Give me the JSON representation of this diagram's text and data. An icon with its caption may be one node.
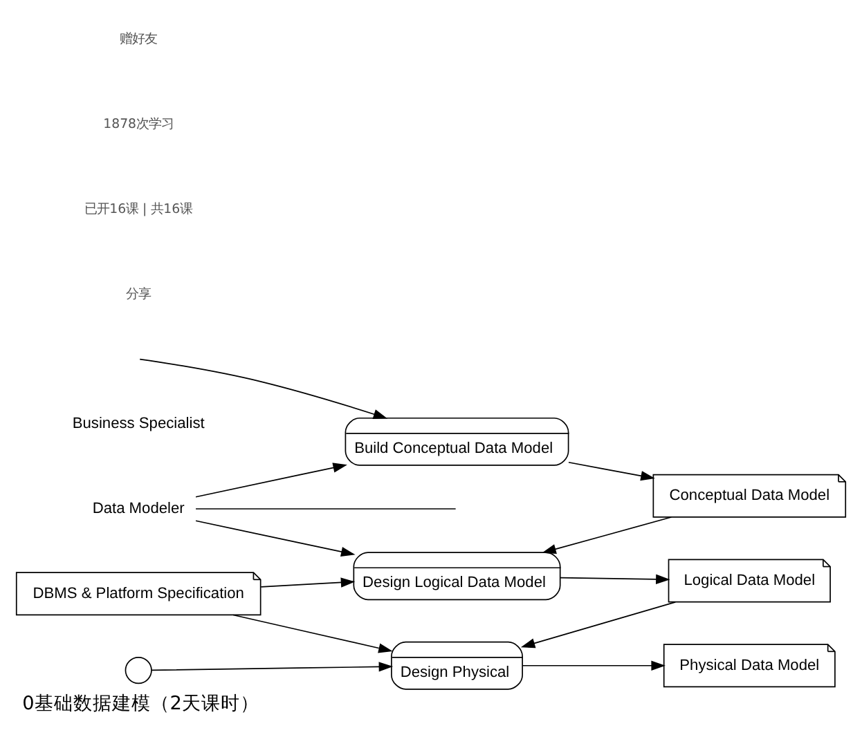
{
  "diagram": {
    "title": "0基础数据建模（2天课时）",
    "nodes": [
      {
        "text": [
          "Business Specialist"
        ]
      },
      {
        "text": [
          "Build Conceptual Data Model"
        ]
      },
      {
        "text": [
          "Conceptual Data Model"
        ]
      },
      {
        "text": [
          "Data Modeler"
        ]
      },
      {
        "text": [
          "Design Logical Data Model"
        ]
      },
      {
        "text": [
          "Logical Data Model"
        ]
      },
      {
        "text": [
          "DBMS & Platform Specification"
        ]
      },
      {
        "text": [],
        "shape": "person"
      },
      {
        "text": [
          "Design Physical"
        ]
      },
      {
        "text": [
          "Physical Data Model"
        ]
      }
    ],
    "edges": [
      {
        "from": null,
        "to": 1,
        "arrow": "to"
      },
      {
        "from": 3,
        "to": null,
        "arrow": "none"
      },
      {
        "from": 3,
        "to": 1,
        "arrow": "to"
      },
      {
        "from": 1,
        "to": 2,
        "arrow": "to"
      },
      {
        "from": 3,
        "to": 4,
        "arrow": "to"
      },
      {
        "from": 2,
        "to": 4,
        "arrow": "to"
      },
      {
        "from": 4,
        "to": 5,
        "arrow": "to"
      },
      {
        "from": 6,
        "to": 4,
        "arrow": "to"
      },
      {
        "from": 6,
        "to": 8,
        "arrow": "to"
      },
      {
        "from": 5,
        "to": 8,
        "arrow": "to"
      },
      {
        "from": 7,
        "to": 8,
        "arrow": "to"
      },
      {
        "from": 8,
        "to": 9,
        "arrow": "to"
      }
    ],
    "labels": [
      "分享",
      "已开16课 | 共16课",
      "1878次学习",
      "赠好友"
    ]
  }
}
